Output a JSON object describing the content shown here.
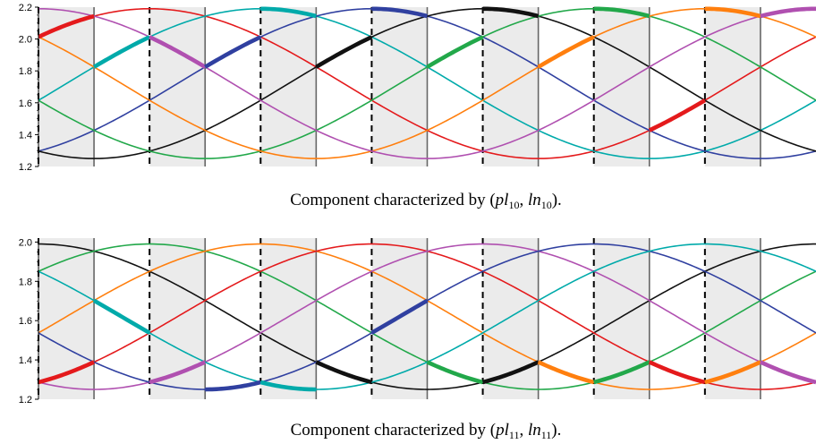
{
  "chart_data": [
    {
      "type": "line",
      "caption": {
        "prefix": "Component characterized by (",
        "v1": "pl",
        "s1": "10",
        "mid": ", ",
        "v2": "ln",
        "s2": "10",
        "suffix": ")."
      },
      "ylim": [
        1.2,
        2.2
      ],
      "yticks": [
        1.2,
        1.4,
        1.6,
        1.8,
        2.0,
        2.2
      ],
      "ytick_labels": [
        "1.2",
        "1.4",
        "1.6",
        "1.8",
        "2.0",
        "2.2"
      ],
      "period": 14,
      "center": 1.72,
      "amplitude": 0.47,
      "dashed_lines": [
        0,
        2,
        4,
        6,
        8,
        10,
        12
      ],
      "solid_lines": [
        1,
        3,
        5,
        7,
        9,
        11,
        13
      ],
      "shaded_segments": [
        0,
        2,
        4,
        6,
        8,
        10,
        12
      ],
      "series": [
        {
          "color": "#e41a1c",
          "phase": 2
        },
        {
          "color": "#00aaaa",
          "phase": 4
        },
        {
          "color": "#3040a0",
          "phase": 6
        },
        {
          "color": "#111111",
          "phase": 8
        },
        {
          "color": "#22a84a",
          "phase": 10
        },
        {
          "color": "#ff7f0e",
          "phase": 12
        },
        {
          "color": "#b050b0",
          "phase": 0
        }
      ],
      "highlights": [
        {
          "from": 0,
          "to": 1,
          "color": "#e41a1c"
        },
        {
          "from": 1,
          "to": 2,
          "color": "#00aaaa"
        },
        {
          "from": 2,
          "to": 3,
          "color": "#b050b0"
        },
        {
          "from": 3,
          "to": 4,
          "color": "#3040a0"
        },
        {
          "from": 4,
          "to": 5,
          "color": "#00aaaa"
        },
        {
          "from": 5,
          "to": 6,
          "color": "#111111"
        },
        {
          "from": 6,
          "to": 7,
          "color": "#3040a0"
        },
        {
          "from": 7,
          "to": 8,
          "color": "#22a84a"
        },
        {
          "from": 8,
          "to": 9,
          "color": "#111111"
        },
        {
          "from": 9,
          "to": 10,
          "color": "#ff7f0e"
        },
        {
          "from": 10,
          "to": 11,
          "color": "#22a84a"
        },
        {
          "from": 11,
          "to": 12,
          "color": "#e41a1c"
        },
        {
          "from": 12,
          "to": 13,
          "color": "#ff7f0e"
        },
        {
          "from": 13,
          "to": 14,
          "color": "#b050b0"
        }
      ]
    },
    {
      "type": "line",
      "caption": {
        "prefix": "Component characterized by (",
        "v1": "pl",
        "s1": "11",
        "mid": ", ",
        "v2": "ln",
        "s2": "11",
        "suffix": ")."
      },
      "ylim": [
        1.2,
        2.02
      ],
      "yticks": [
        1.2,
        1.4,
        1.6,
        1.8,
        2.0
      ],
      "ytick_labels": [
        "1.2",
        "1.4",
        "1.6",
        "1.8",
        "2.0"
      ],
      "period": 14,
      "center": 1.62,
      "amplitude": 0.37,
      "dashed_lines": [
        0,
        2,
        4,
        6,
        8,
        10,
        12
      ],
      "solid_lines": [
        1,
        3,
        5,
        7,
        9,
        11,
        13
      ],
      "shaded_segments": [
        0,
        2,
        4,
        6,
        8,
        10,
        12
      ],
      "series": [
        {
          "color": "#111111",
          "phase": 0
        },
        {
          "color": "#22a84a",
          "phase": 2
        },
        {
          "color": "#ff7f0e",
          "phase": 4
        },
        {
          "color": "#e41a1c",
          "phase": 6
        },
        {
          "color": "#b050b0",
          "phase": 8
        },
        {
          "color": "#3040a0",
          "phase": 10
        },
        {
          "color": "#00aaaa",
          "phase": 12
        }
      ],
      "highlights": [
        {
          "from": 0,
          "to": 1,
          "color": "#e41a1c"
        },
        {
          "from": 1,
          "to": 2,
          "color": "#00aaaa"
        },
        {
          "from": 2,
          "to": 3,
          "color": "#b050b0"
        },
        {
          "from": 3,
          "to": 4,
          "color": "#3040a0"
        },
        {
          "from": 4,
          "to": 5,
          "color": "#00aaaa"
        },
        {
          "from": 5,
          "to": 6,
          "color": "#111111"
        },
        {
          "from": 6,
          "to": 7,
          "color": "#3040a0"
        },
        {
          "from": 7,
          "to": 8,
          "color": "#22a84a"
        },
        {
          "from": 8,
          "to": 9,
          "color": "#111111"
        },
        {
          "from": 9,
          "to": 10,
          "color": "#ff7f0e"
        },
        {
          "from": 10,
          "to": 11,
          "color": "#22a84a"
        },
        {
          "from": 11,
          "to": 12,
          "color": "#e41a1c"
        },
        {
          "from": 12,
          "to": 13,
          "color": "#ff7f0e"
        },
        {
          "from": 13,
          "to": 14,
          "color": "#b050b0"
        }
      ]
    }
  ]
}
